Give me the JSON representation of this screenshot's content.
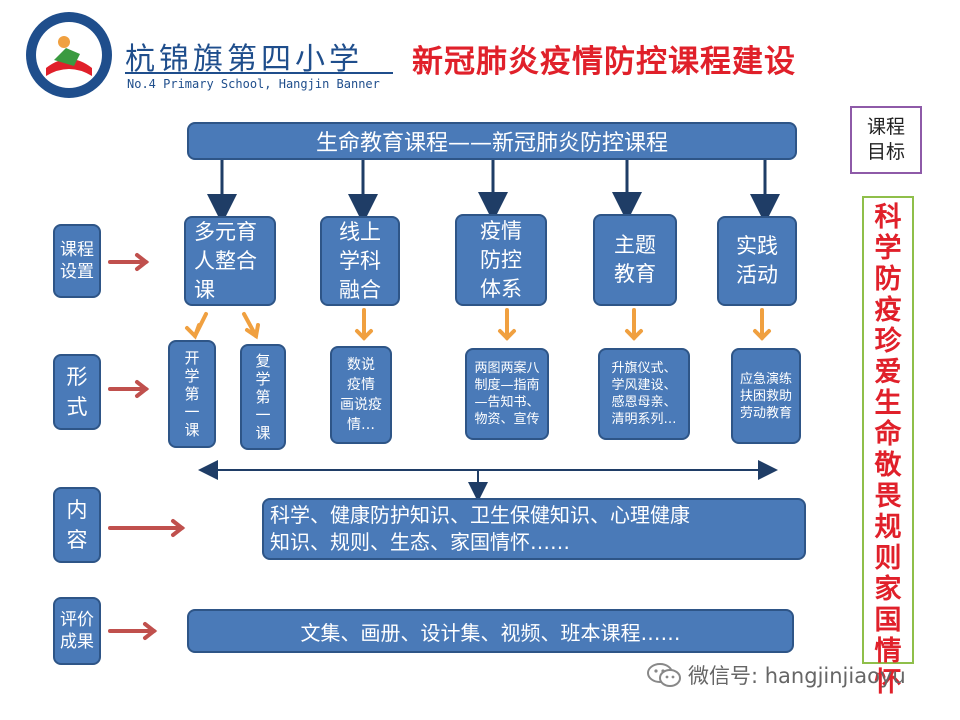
{
  "header": {
    "school_name_cn": "杭锦旗第四小学",
    "school_name_en": "No.4 Primary School, Hangjin Banner",
    "title": "新冠肺炎疫情防控课程建设"
  },
  "top_course": "生命教育课程——新冠肺炎防控课程",
  "row_labels": {
    "settings": "课程\n设置",
    "forms": "形\n式",
    "content": "内\n容",
    "evaluation": "评价\n成果"
  },
  "courses": [
    "多元育\n人整合\n课",
    "线上\n学科\n融合",
    "疫情\n防控\n体系",
    "主题\n教育",
    "实践\n活动"
  ],
  "forms": [
    "开学第一课",
    "复学第一课",
    "数说\n疫情\n画说疫\n情…",
    "两图两案八\n制度—指南\n—告知书、\n物资、宣传",
    "升旗仪式、\n学风建设、\n感恩母亲、\n清明系列…",
    "应急演练\n扶困救助\n劳动教育"
  ],
  "content_text": "科学、健康防护知识、卫生保健知识、心理健康\n知识、规则、生态、家国情怀……",
  "evaluation_text": "文集、画册、设计集、视频、班本课程……",
  "goal": {
    "label": "课程\n目标",
    "text": "科学防疫珍爱生命敬畏规则家国情怀"
  },
  "watermark": "微信号: hangjinjiaoyu",
  "colors": {
    "box_fill": "#4a7ab8",
    "box_border": "#2e5587",
    "title_red": "#e0202a",
    "arrow_orange": "#f0a040",
    "arrow_red": "#c0504d",
    "goal_border": "#8fbf4a",
    "goal_label_border": "#8e5aa8"
  }
}
